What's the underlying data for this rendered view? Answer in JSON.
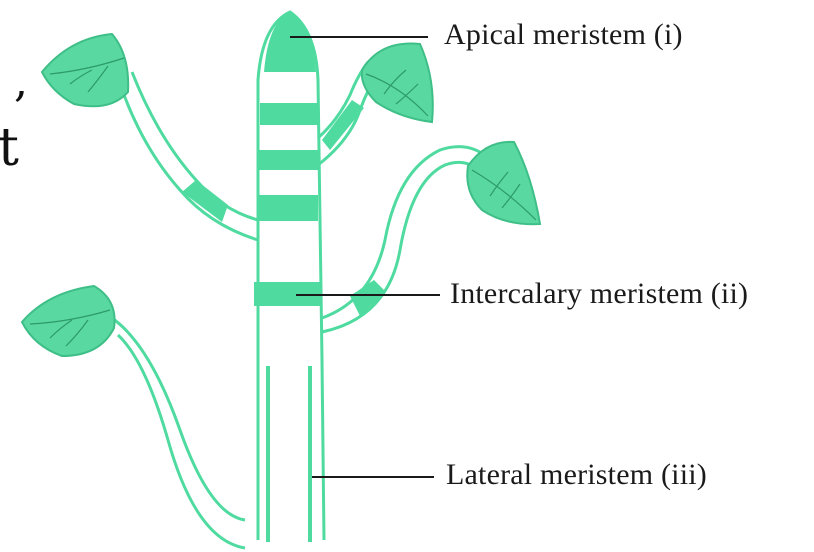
{
  "labels": {
    "apical": "Apical meristem (i)",
    "intercalary": "Intercalary meristem (ii)",
    "lateral": "Lateral meristem (iii)"
  },
  "cropped_text": {
    "comma": ",",
    "letter_t": "t"
  },
  "colors": {
    "meristem": "#4fdba0",
    "leaf": "#5ad8a2",
    "outline": "#4fdba0",
    "pointer_line": "#1a1a1a",
    "text": "#1a1a1a"
  }
}
